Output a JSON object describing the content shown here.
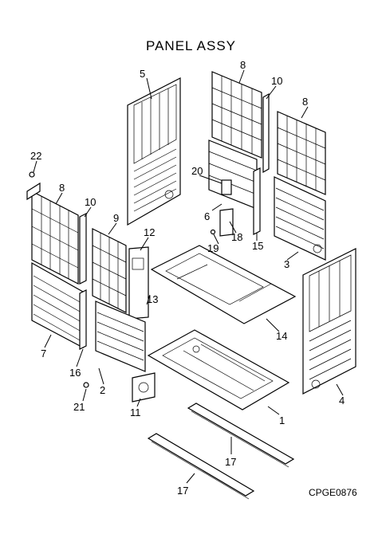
{
  "title": "PANEL ASSY",
  "drawing_code": "CPGE0876",
  "callouts": [
    "1",
    "2",
    "3",
    "4",
    "5",
    "6",
    "7",
    "8",
    "8",
    "8",
    "9",
    "10",
    "10",
    "11",
    "12",
    "13",
    "14",
    "15",
    "16",
    "17",
    "17",
    "18",
    "19",
    "20",
    "21",
    "22"
  ]
}
